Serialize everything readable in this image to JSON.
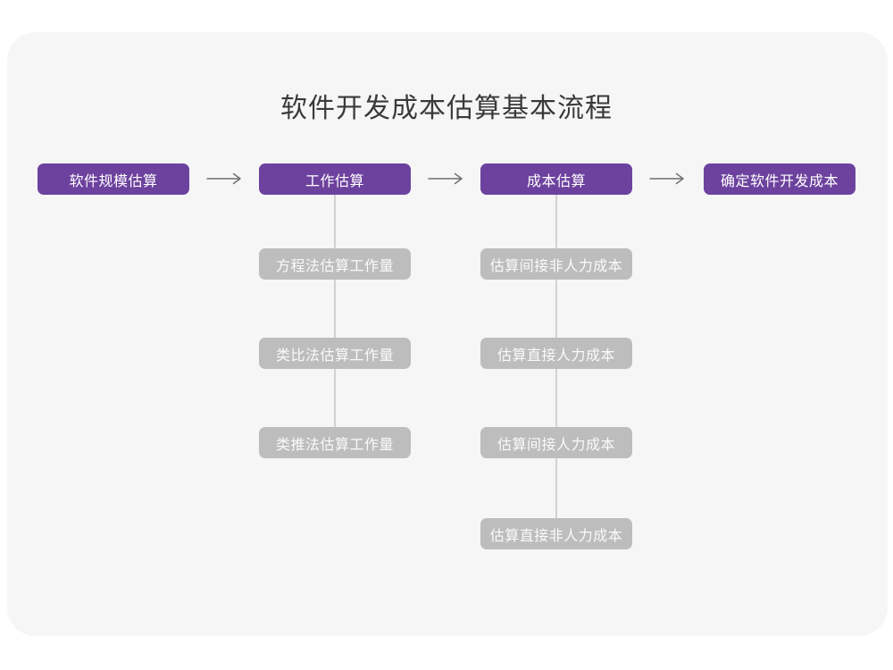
{
  "title": "软件开发成本估算基本流程",
  "colors": {
    "page_bg": "#ffffff",
    "card_bg": "#f6f6f7",
    "primary_purple": "#6d429e",
    "sub_node_gray": "#bdbdbd",
    "connector_line": "#d2d2d2",
    "arrow_gray": "#6f6f6f",
    "title_text": "#3a3a3a",
    "node_text": "#ffffff"
  },
  "main_flow": [
    {
      "label": "软件规模估算"
    },
    {
      "label": "工作估算"
    },
    {
      "label": "成本估算"
    },
    {
      "label": "确定软件开发成本"
    }
  ],
  "arrows": [
    {
      "icon": "arrow-right-icon"
    },
    {
      "icon": "arrow-right-icon"
    },
    {
      "icon": "arrow-right-icon"
    }
  ],
  "sub_flows": [
    {
      "parent": "工作估算",
      "items": [
        {
          "label": "方程法估算工作量"
        },
        {
          "label": "类比法估算工作量"
        },
        {
          "label": "类推法估算工作量"
        }
      ]
    },
    {
      "parent": "成本估算",
      "items": [
        {
          "label": "估算间接非人力成本"
        },
        {
          "label": "估算直接人力成本"
        },
        {
          "label": "估算间接人力成本"
        },
        {
          "label": "估算直接非人力成本"
        }
      ]
    }
  ]
}
